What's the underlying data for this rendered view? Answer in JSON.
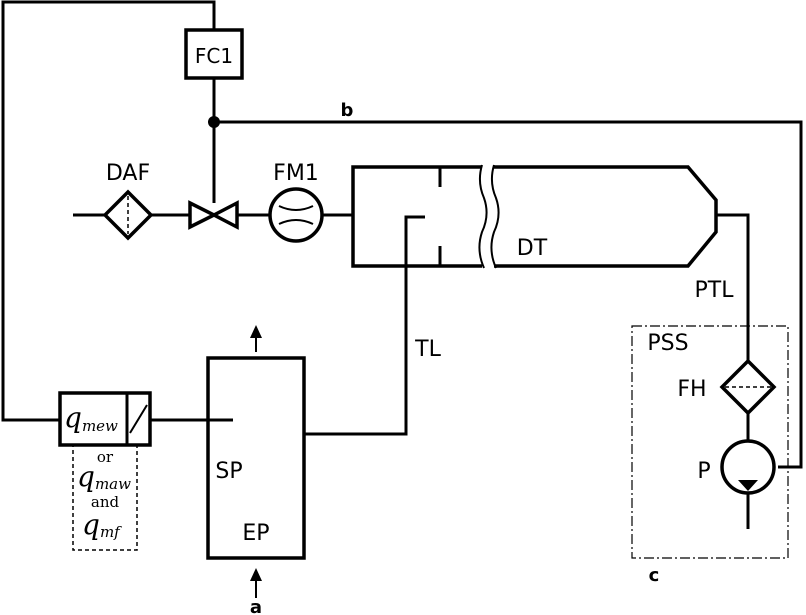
{
  "labels": {
    "fc1": "FC1",
    "b": "b",
    "daf": "DAF",
    "fm1": "FM1",
    "dt": "DT",
    "ptl": "PTL",
    "pss": "PSS",
    "fh": "FH",
    "p": "P",
    "c": "c",
    "tl": "TL",
    "sp": "SP",
    "ep": "EP",
    "a": "a"
  },
  "flow_meter": {
    "q": "q",
    "mew": "mew",
    "or": "or",
    "maw": "maw",
    "and": "and",
    "mf": "mf"
  }
}
